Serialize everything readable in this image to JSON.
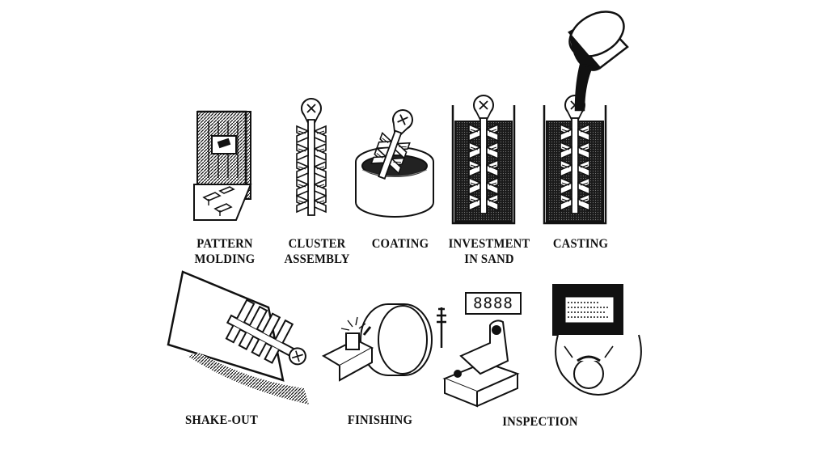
{
  "steps": [
    {
      "id": "pattern-molding",
      "lines": [
        "PATTERN",
        "MOLDING"
      ]
    },
    {
      "id": "cluster-assembly",
      "lines": [
        "CLUSTER",
        "ASSEMBLY"
      ]
    },
    {
      "id": "coating",
      "lines": [
        "COATING"
      ]
    },
    {
      "id": "investment-in-sand",
      "lines": [
        "INVESTMENT",
        "IN SAND"
      ]
    },
    {
      "id": "casting",
      "lines": [
        "CASTING"
      ]
    },
    {
      "id": "shake-out",
      "lines": [
        "SHAKE-OUT"
      ]
    },
    {
      "id": "finishing",
      "lines": [
        "FINISHING"
      ]
    },
    {
      "id": "inspection",
      "lines": [
        "INSPECTION"
      ]
    }
  ],
  "display_readout": "8888",
  "colors": {
    "ink": "#111111",
    "paper": "#ffffff",
    "sand": "#2a2a2a"
  }
}
